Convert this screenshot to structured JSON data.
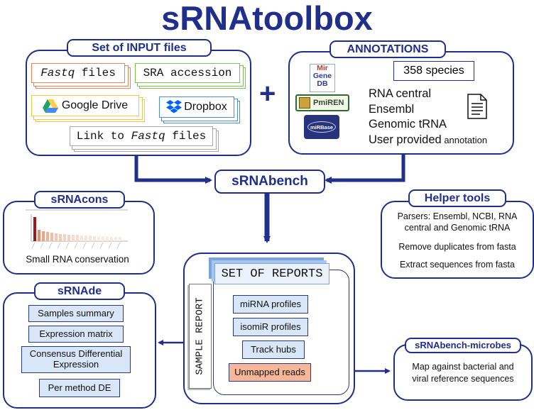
{
  "title": "sRNAtoolbox",
  "input": {
    "tag": "Set of INPUT files",
    "fastq_em": "Fastq",
    "fastq_rest": " files",
    "sra": "SRA accession",
    "gdrive": "Google Drive",
    "dropbox": "Dropbox",
    "link_pre": "Link to ",
    "link_em": "Fastq",
    "link_post": " files"
  },
  "plus": "+",
  "annotations": {
    "tag": "ANNOTATIONS",
    "species": "358 species",
    "mirgenedb": [
      "Mir",
      "Gene",
      "DB"
    ],
    "pmiren": "PmiREN",
    "mirbase": "miRBase",
    "items": [
      "RNA central",
      "Ensembl",
      "Genomic tRNA"
    ],
    "user_main": "User provided",
    "user_small": " annotation"
  },
  "srnabench": "sRNAbench",
  "srnacons": {
    "tag": "sRNAcons",
    "caption": "Small RNA conservation"
  },
  "helper": {
    "tag": "Helper tools",
    "lines": [
      "Parsers: Ensembl, NCBI, RNA central and Genomic tRNA",
      "Remove duplicates from fasta",
      "Extract sequences from fasta"
    ]
  },
  "reports": {
    "title": "SET OF REPORTS",
    "sample": "SAMPLE REPORT",
    "items": [
      "miRNA profiles",
      "isomiR profiles",
      "Track hubs"
    ],
    "unmapped": "Unmapped reads"
  },
  "srnade": {
    "tag": "sRNAde",
    "items": [
      "Samples summary",
      "Expression matrix",
      "Consensus Differential Expression",
      "Per method DE"
    ]
  },
  "microbes": {
    "tag": "sRNAbench-microbes",
    "text": "Map against bacterial and viral reference sequences"
  },
  "colors": {
    "navy": "#1f2f8a",
    "fastq": "#e9835a",
    "sra": "#7fc24e",
    "gdrive": "#f4c542",
    "dropbox": "#4a8fd6",
    "link": "#a8a8a8",
    "bluebox": "#d8e6f7",
    "unmapped": "#f5b69a",
    "bar_dark": "#9b1c1c",
    "bar_light": "#f2c9b4"
  }
}
